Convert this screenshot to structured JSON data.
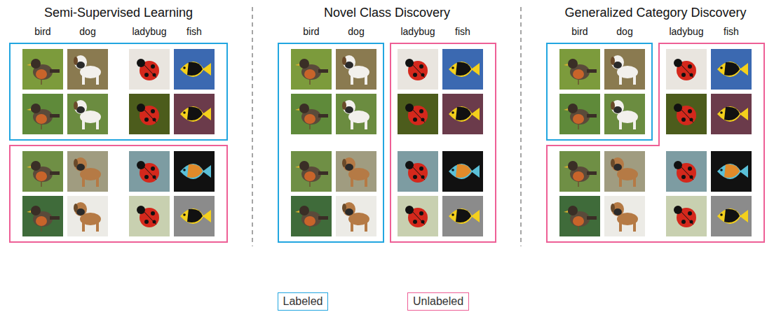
{
  "diagram": {
    "labels": [
      "Semi-Supervised Learning",
      "bird",
      "dog",
      "ladybug",
      "fish",
      "Novel Class Discovery",
      "bird",
      "dog",
      "ladybug",
      "fish",
      "Generalized Category Discovery",
      "bird",
      "dog",
      "ladybug",
      "fish"
    ],
    "legend": [
      {
        "text": "Labeled",
        "color": "#22a6e0"
      },
      {
        "text": "Unlabeled",
        "color": "#ee5f96"
      }
    ]
  }
}
